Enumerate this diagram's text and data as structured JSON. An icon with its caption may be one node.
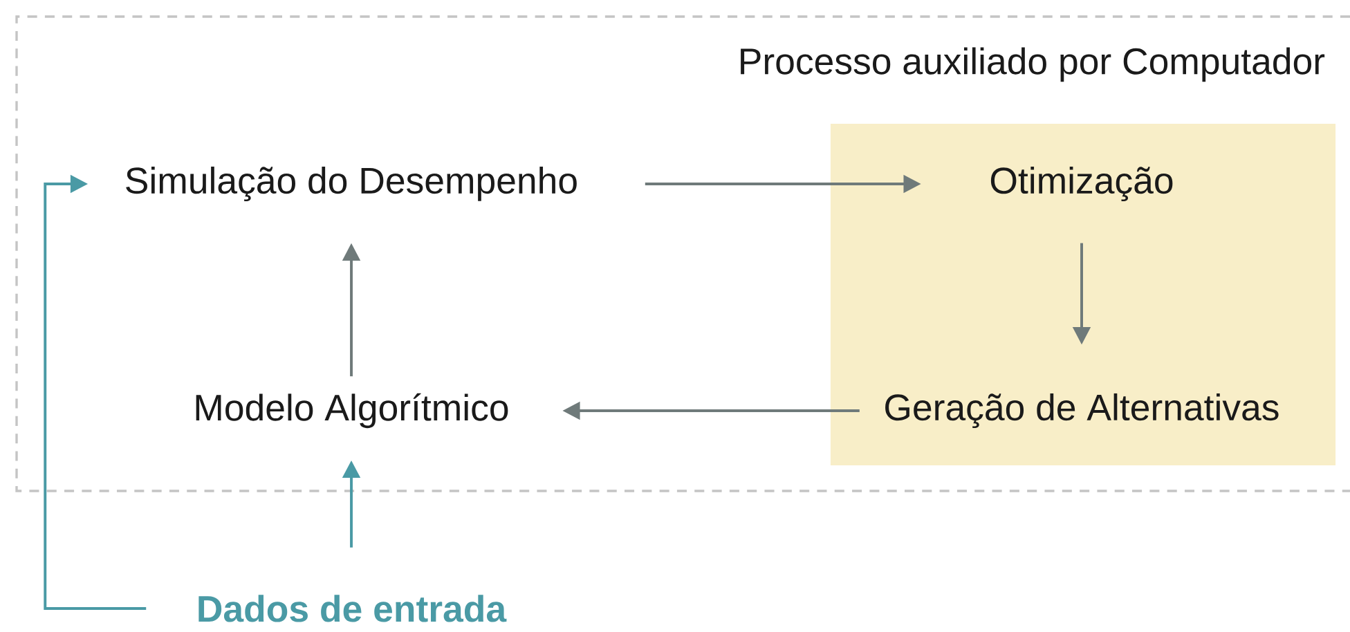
{
  "diagram": {
    "nodes": [
      {
        "text": [
          "Processo auxiliado por Computador"
        ]
      },
      {
        "text": [
          "Simulação do Desempenho"
        ],
        "in": 0
      },
      {
        "text": [],
        "shape": "box",
        "in": 0
      },
      {
        "text": [
          "Otimização"
        ],
        "in": 2
      },
      {
        "text": [
          "Geração de Alternativas"
        ],
        "in": 2
      },
      {
        "text": [
          "Modelo Algorítmico"
        ],
        "in": 0
      },
      {
        "text": [
          "Dados de entrada"
        ]
      }
    ],
    "edges": [
      {
        "from": 1,
        "to": 3,
        "arrow": "to"
      },
      {
        "from": 3,
        "to": 4,
        "arrow": "to"
      },
      {
        "from": 4,
        "to": 5,
        "arrow": "to"
      },
      {
        "from": 5,
        "to": 1,
        "arrow": "to"
      },
      {
        "from": 6,
        "to": 5,
        "arrow": "to",
        "color": "#4a9aa5"
      },
      {
        "from": 6,
        "to": 1,
        "arrow": "to",
        "color": "#4a9aa5"
      }
    ]
  }
}
